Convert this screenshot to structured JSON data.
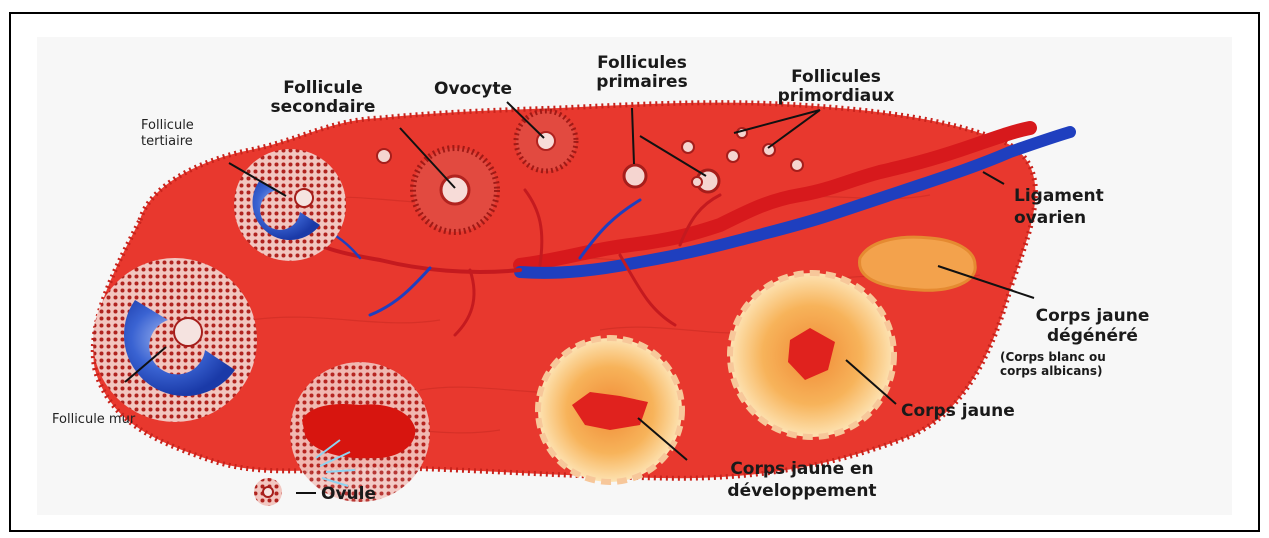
{
  "labels": {
    "follicule_secondaire": "Follicule\nsecondaire",
    "ovocyte": "Ovocyte",
    "follicules_primaires": "Follicules\nprimaires",
    "follicules_primordiaux": "Follicules\nprimordiaux",
    "follicule_tertiaire": "Follicule\ntertiaire",
    "ligament_ovarien": "Ligament\novarien",
    "corps_jaune_degenere": "Corps jaune\ndégénéré",
    "corps_blanc": "(Corps blanc ou\ncorps albicans)",
    "corps_jaune": "Corps jaune",
    "follicule_mur": "Follicule mur",
    "corps_jaune_developpement": "Corps jaune en\ndéveloppement",
    "ovule": "Ovule"
  },
  "colors": {
    "tissue": "#e8382e",
    "tissue_dark": "#c8231c",
    "artery": "#d7191c",
    "vein": "#1f3fbf",
    "follicle_blue": "#2b56c9",
    "corpus_luteum": "#f6a34b",
    "label": "#1a1a1a"
  }
}
